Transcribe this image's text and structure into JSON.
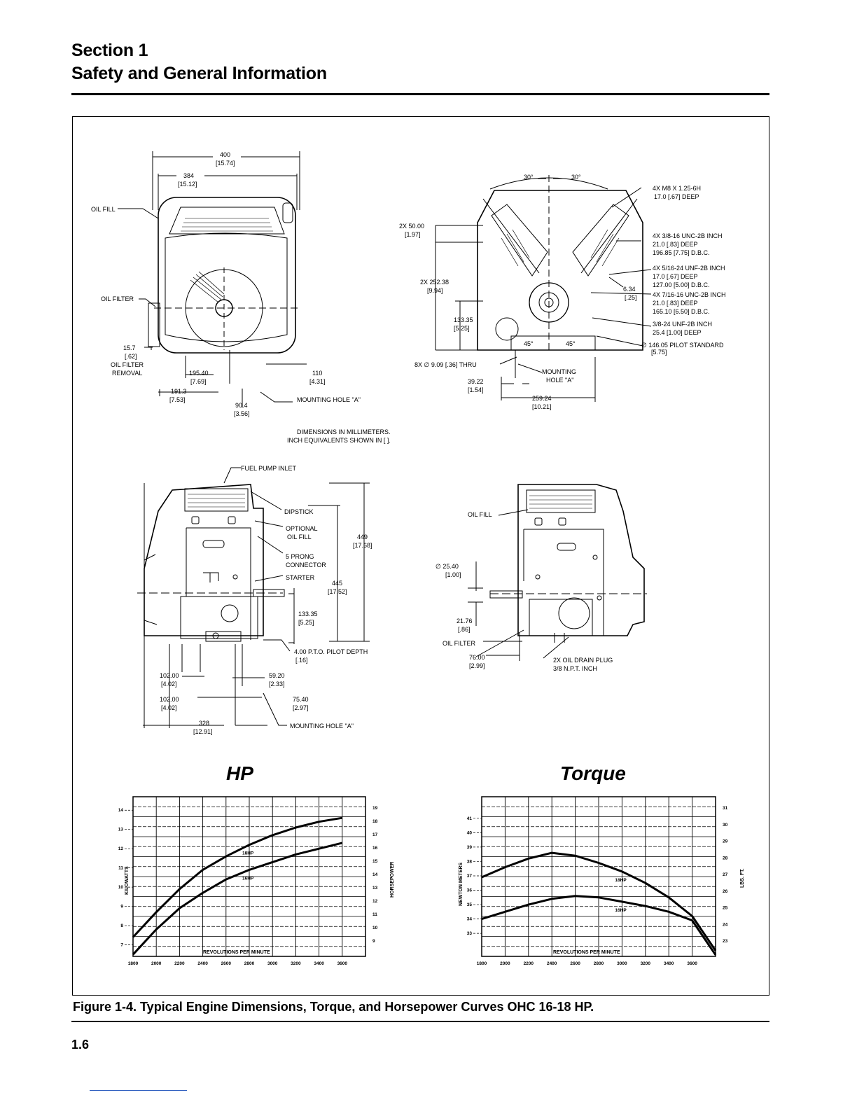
{
  "header": {
    "section": "Section 1",
    "title": "Safety and General Information"
  },
  "footer": {
    "caption": "Figure 1-4. Typical Engine Dimensions, Torque, and Horsepower Curves OHC 16-18 HP.",
    "page_number": "1.6"
  },
  "drawings": {
    "front": {
      "dim_400": "400",
      "dim_400_in": "[15.74]",
      "dim_384": "384",
      "dim_384_in": "[15.12]",
      "oil_fill": "OIL FILL",
      "oil_filter": "OIL FILTER",
      "dim_15_7": "15.7",
      "dim_15_7_in": "[.62]",
      "oil_filter_removal_1": "OIL FILTER",
      "oil_filter_removal_2": "REMOVAL",
      "dim_195_40": "195.40",
      "dim_195_40_in": "[7.69]",
      "dim_110": "110",
      "dim_110_in": "[4.31]",
      "dim_191_3": "191.3",
      "dim_191_3_in": "[7.53]",
      "dim_90_4": "90.4",
      "dim_90_4_in": "[3.56]",
      "mounting_hole": "MOUNTING HOLE \"A\""
    },
    "rear": {
      "angle_left": "30°",
      "angle_right": "30°",
      "dim_2x50": "2X 50.00",
      "dim_2x50_in": "[1.97]",
      "dim_2x252": "2X 252.38",
      "dim_2x252_in": "[9.94]",
      "dim_133_35": "133.35",
      "dim_133_35_in": "[5.25]",
      "dim_8x": "8X ∅ 9.09 [.36] THRU",
      "dim_39_22": "39.22",
      "dim_39_22_in": "[1.54]",
      "mounting_1": "MOUNTING",
      "mounting_2": "HOLE \"A\"",
      "dim_259_24": "259.24",
      "dim_259_24_in": "[10.21]",
      "angle_45_left": "45°",
      "angle_45_right": "45°",
      "n1a": "4X M8 X 1.25-6H",
      "n1b": "17.0 [.67] DEEP",
      "n2a": "4X 3/8-16 UNC-2B INCH",
      "n2b": "21.0 [.83] DEEP",
      "n2c": "196.85 [7.75] D.B.C.",
      "n3a": "4X 5/16-24 UNF-2B INCH",
      "n3b": "17.0 [.67] DEEP",
      "n3c": "127.00 [5.00] D.B.C.",
      "dim_6_34": "6.34",
      "dim_6_34_in": "[.25]",
      "n4a": "4X 7/16-16 UNC-2B INCH",
      "n4b": "21.0 [.83] DEEP",
      "n4c": "165.10 [6.50] D.B.C.",
      "n5a": "3/8-24 UNF-2B INCH",
      "n5b": "25.4 [1.00] DEEP",
      "n6a": "∅ 146.05 PILOT STANDARD",
      "n6b": "[5.75]"
    },
    "dimensions_note_1": "DIMENSIONS IN MILLIMETERS.",
    "dimensions_note_2": "INCH EQUIVALENTS SHOWN IN [   ].",
    "side_left": {
      "fuel_pump_inlet": "FUEL PUMP INLET",
      "dipstick": "DIPSTICK",
      "optional_1": "OPTIONAL",
      "optional_2": "OIL FILL",
      "prong_1": "5 PRONG",
      "prong_2": "CONNECTOR",
      "starter": "STARTER",
      "dim_449": "449",
      "dim_449_in": "[17.68]",
      "dim_445": "445",
      "dim_445_in": "[17.52]",
      "dim_133_35": "133.35",
      "dim_133_35_in": "[5.25]",
      "pto": "4.00 P.T.O. PILOT DEPTH",
      "pto_in": "[.16]",
      "dim_102a": "102.00",
      "dim_102a_in": "[4.02]",
      "dim_59_20": "59.20",
      "dim_59_20_in": "[2.33]",
      "dim_102b": "102.00",
      "dim_102b_in": "[4.02]",
      "dim_75_40": "75.40",
      "dim_75_40_in": "[2.97]",
      "dim_328": "328",
      "dim_328_in": "[12.91]",
      "mounting_hole": "MOUNTING HOLE \"A\""
    },
    "side_right": {
      "oil_fill": "OIL FILL",
      "dim_25_40": "∅ 25.40",
      "dim_25_40_in": "[1.00]",
      "dim_21_76": "21.76",
      "dim_21_76_in": "[.86]",
      "oil_filter": "OIL FILTER",
      "dim_76": "76.00",
      "dim_76_in": "[2.99]",
      "drain_1": "2X OIL DRAIN PLUG",
      "drain_2": "3/8 N.P.T. INCH"
    }
  },
  "charts": {
    "hp": {
      "title": "HP",
      "left_axis": "KILOWATTS",
      "right_axis": "HORSEPOWER",
      "xlabel": "REVOLUTIONS PER MINUTE"
    },
    "torque": {
      "title": "Torque",
      "left_axis": "NEWTON METERS",
      "right_axis": "LBS. FT.",
      "xlabel": "REVOLUTIONS PER MINUTE"
    }
  },
  "chart_data": [
    {
      "type": "line",
      "title": "HP",
      "xlabel": "REVOLUTIONS PER MINUTE",
      "ylabel": "KILOWATTS",
      "y2label": "HORSEPOWER",
      "x_ticks": [
        "1800",
        "2000",
        "2200",
        "2400",
        "2600",
        "2800",
        "3000",
        "3200",
        "3400",
        "3600"
      ],
      "y_ticks": [
        "7",
        "8",
        "9",
        "10",
        "11",
        "12",
        "13",
        "14"
      ],
      "y2_ticks": [
        "9",
        "10",
        "11",
        "12",
        "13",
        "14",
        "15",
        "16",
        "17",
        "18",
        "19"
      ],
      "xlim": [
        1800,
        3800
      ],
      "ylim": [
        6.4,
        14.7
      ],
      "series": [
        {
          "name": "18HP",
          "x": [
            1800,
            2000,
            2200,
            2400,
            2600,
            2800,
            3000,
            3200,
            3400,
            3600
          ],
          "values": [
            7.4,
            8.7,
            9.9,
            10.9,
            11.6,
            12.2,
            12.7,
            13.1,
            13.4,
            13.6
          ]
        },
        {
          "name": "16HP",
          "x": [
            1800,
            2000,
            2200,
            2400,
            2600,
            2800,
            3000,
            3200,
            3400,
            3600
          ],
          "values": [
            6.5,
            7.8,
            8.9,
            9.7,
            10.4,
            10.9,
            11.3,
            11.7,
            12.0,
            12.3
          ]
        }
      ]
    },
    {
      "type": "line",
      "title": "Torque",
      "xlabel": "REVOLUTIONS PER MINUTE",
      "ylabel": "NEWTON METERS",
      "y2label": "LBS. FT.",
      "x_ticks": [
        "1800",
        "2000",
        "2200",
        "2400",
        "2600",
        "2800",
        "3000",
        "3200",
        "3400",
        "3600"
      ],
      "y_ticks": [
        "33",
        "34",
        "35",
        "36",
        "37",
        "38",
        "39",
        "40",
        "41"
      ],
      "y2_ticks": [
        "23",
        "24",
        "25",
        "26",
        "27",
        "28",
        "29",
        "30",
        "31"
      ],
      "xlim": [
        1800,
        3800
      ],
      "ylim": [
        31.4,
        42.5
      ],
      "series": [
        {
          "name": "18HP",
          "x": [
            1800,
            2000,
            2200,
            2400,
            2600,
            2800,
            3000,
            3200,
            3400,
            3600,
            3800
          ],
          "values": [
            36.9,
            37.6,
            38.2,
            38.6,
            38.4,
            37.9,
            37.3,
            36.5,
            35.5,
            34.2,
            31.8
          ]
        },
        {
          "name": "16HP",
          "x": [
            1800,
            2000,
            2200,
            2400,
            2600,
            2800,
            3000,
            3200,
            3400,
            3600,
            3800
          ],
          "values": [
            34.0,
            34.5,
            35.0,
            35.4,
            35.6,
            35.5,
            35.2,
            34.9,
            34.5,
            33.9,
            31.5
          ]
        }
      ]
    }
  ]
}
